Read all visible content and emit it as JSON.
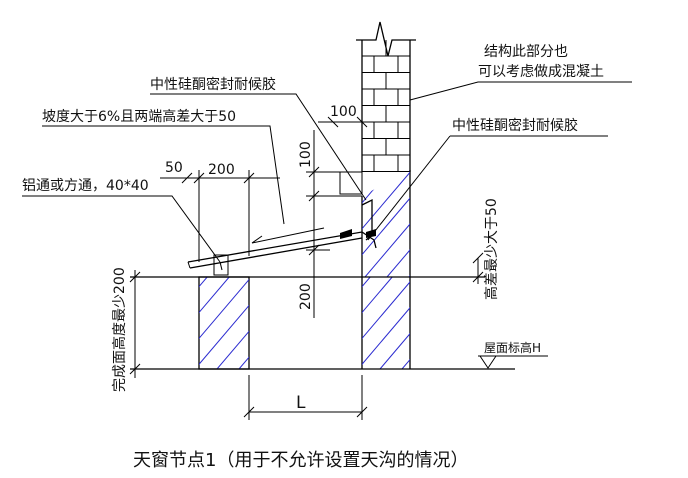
{
  "labels": {
    "note_concrete_line1": "结构此部分也",
    "note_concrete_line2": "可以考虑做成混凝土",
    "sealant_top": "中性硅酮密封耐候胶",
    "sealant_right": "中性硅酮密封耐候胶",
    "slope": "坡度大于6%且两端高差大于50",
    "aluminum": "铝通或方通，40*40",
    "dim_50": "50",
    "dim_200_top": "200",
    "dim_100_h": "100",
    "dim_100_v": "100",
    "dim_200_v": "200",
    "dim_L": "L",
    "height_diff": "高差最少大于50",
    "finish_height": "完成面高度最少200",
    "roof_elevation": "屋面标高H",
    "caption": "天窗节点1（用于不允许设置天沟的情况）"
  },
  "colors": {
    "line": "#000000",
    "hatch": "#2b2bd0"
  }
}
